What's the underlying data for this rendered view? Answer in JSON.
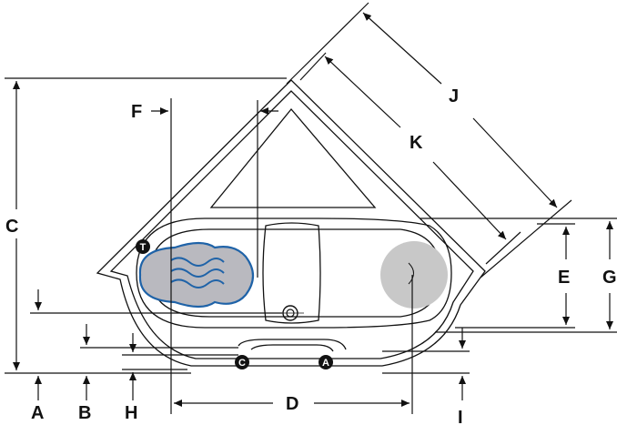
{
  "dimension_labels": {
    "A": "A",
    "B": "B",
    "C": "C",
    "D": "D",
    "E": "E",
    "F": "F",
    "G": "G",
    "H": "H",
    "I": "I",
    "J": "J",
    "K": "K"
  },
  "badges": {
    "T": "T",
    "C": "C",
    "A": "A"
  },
  "colors": {
    "line": "#111111",
    "jet_zone": "#c8c8c8",
    "air_zone_fill": "#b9b9bf",
    "air_zone_stroke": "#1f63a8",
    "air_wave": "#1f63a8",
    "badge": "#111111"
  },
  "icons": {
    "air_zone": "air-bubble-zone-icon",
    "drain": "drain-icon",
    "badge": "circle-letter-badge-icon"
  }
}
